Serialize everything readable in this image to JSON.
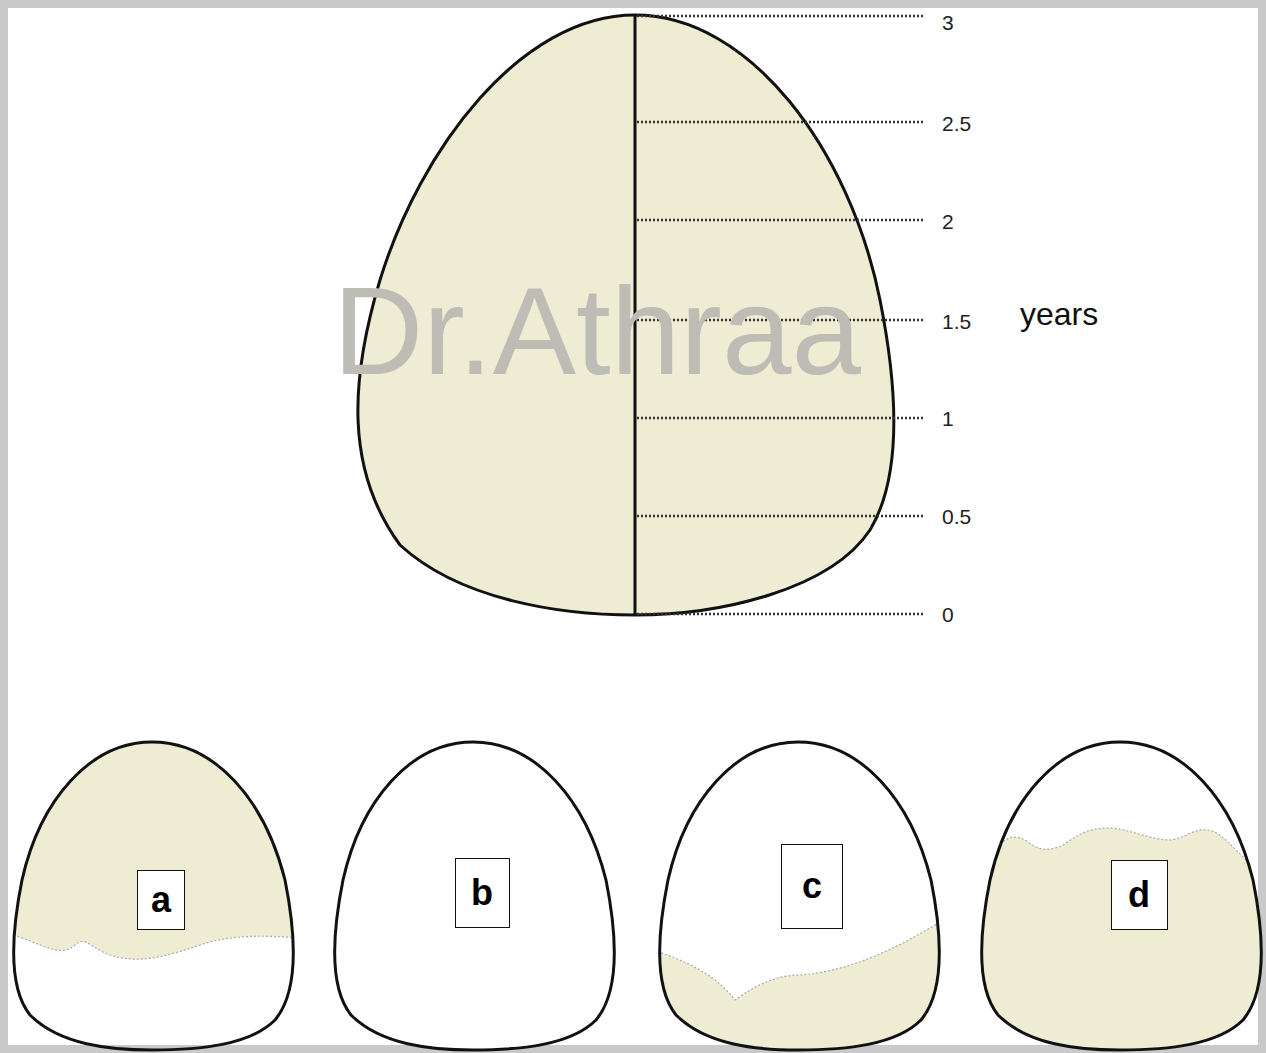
{
  "diagram": {
    "nodes": [
      {
        "text": [
          "a"
        ]
      },
      {
        "text": [
          "b"
        ]
      },
      {
        "text": [
          "c"
        ]
      },
      {
        "text": [
          "d"
        ]
      }
    ],
    "labels": [
      "3",
      "2.5",
      "2",
      "1.5",
      "1",
      "0.5",
      "0",
      "years",
      "Dr.Athraa"
    ]
  }
}
